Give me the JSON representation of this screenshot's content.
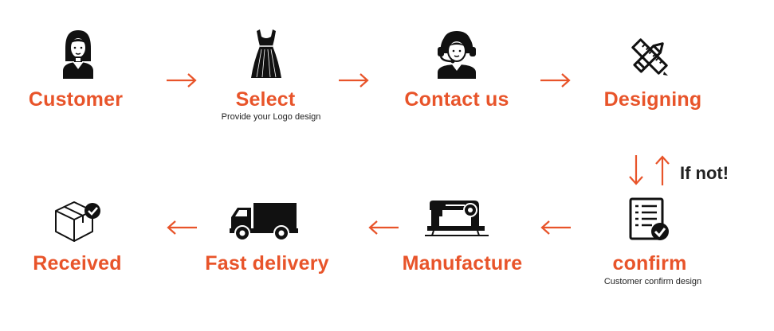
{
  "colors": {
    "accent": "#e8542a",
    "ink": "#111111",
    "text": "#222222"
  },
  "top_row": [
    {
      "label": "Customer",
      "sub": "",
      "icon": "woman-icon"
    },
    {
      "label": "Select",
      "sub": "Provide your Logo design",
      "icon": "dress-icon"
    },
    {
      "label": "Contact us",
      "sub": "",
      "icon": "support-agent-icon"
    },
    {
      "label": "Designing",
      "sub": "",
      "icon": "pencil-ruler-icon"
    }
  ],
  "bottom_row": [
    {
      "label": "Received",
      "sub": "",
      "icon": "box-check-icon"
    },
    {
      "label": "Fast delivery",
      "sub": "",
      "icon": "truck-icon"
    },
    {
      "label": "Manufacture",
      "sub": "",
      "icon": "sewing-machine-icon"
    },
    {
      "label": "confirm",
      "sub": "Customer confirm design",
      "icon": "checklist-icon"
    }
  ],
  "loop_note": "If not!"
}
